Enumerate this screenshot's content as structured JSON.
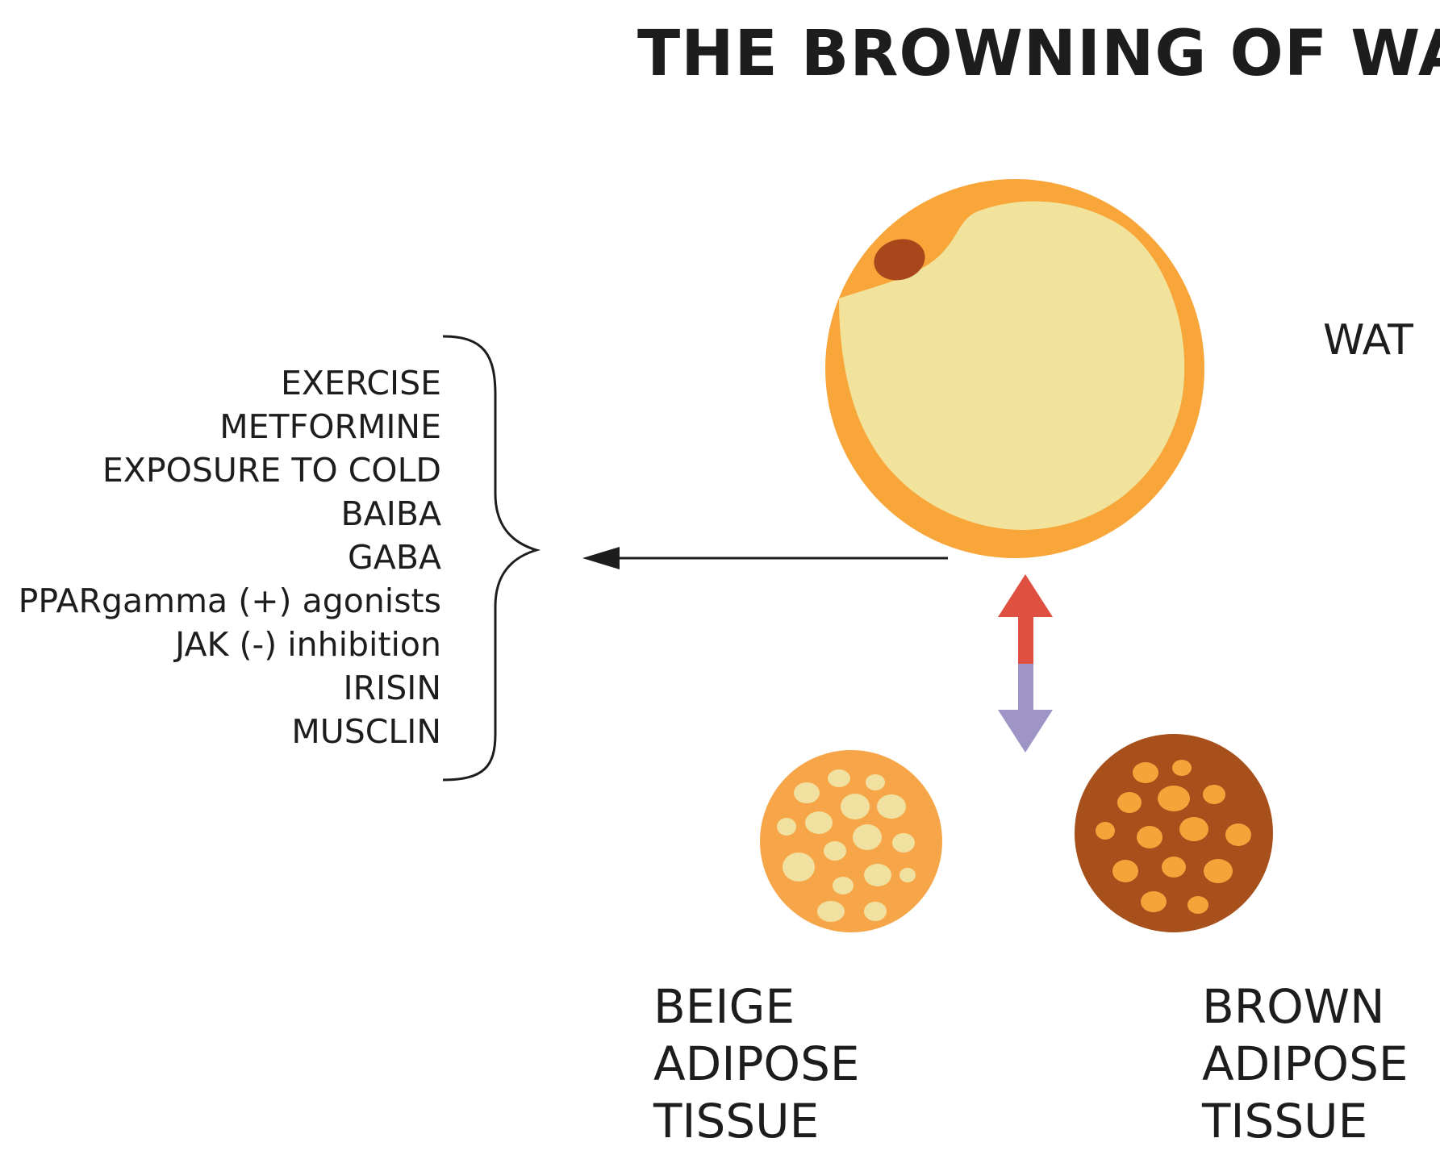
{
  "title": "THE BROWNING OF WAT",
  "factors": [
    "EXERCISE",
    "METFORMINE",
    "EXPOSURE TO COLD",
    "BAIBA",
    "GABA",
    "PPARgamma (+) agonists",
    "JAK (-) inhibition",
    "IRISIN",
    "MUSCLIN"
  ],
  "wat_label": "WAT",
  "beige_label": [
    "BEIGE",
    "ADIPOSE",
    "TISSUE"
  ],
  "brown_label": [
    "BROWN",
    "ADIPOSE",
    "TISSUE"
  ],
  "colors": {
    "wat_outer": "#f8a63a",
    "wat_inner": "#f1e39c",
    "nucleus": "#a8461c",
    "beige_outer": "#f6a648",
    "beige_droplet": "#f1e1a0",
    "brown_outer": "#a8501c",
    "brown_droplet": "#f5a43a",
    "arrow_up": "#e05040",
    "arrow_down": "#9f94c6",
    "text": "#1d1d1d"
  }
}
